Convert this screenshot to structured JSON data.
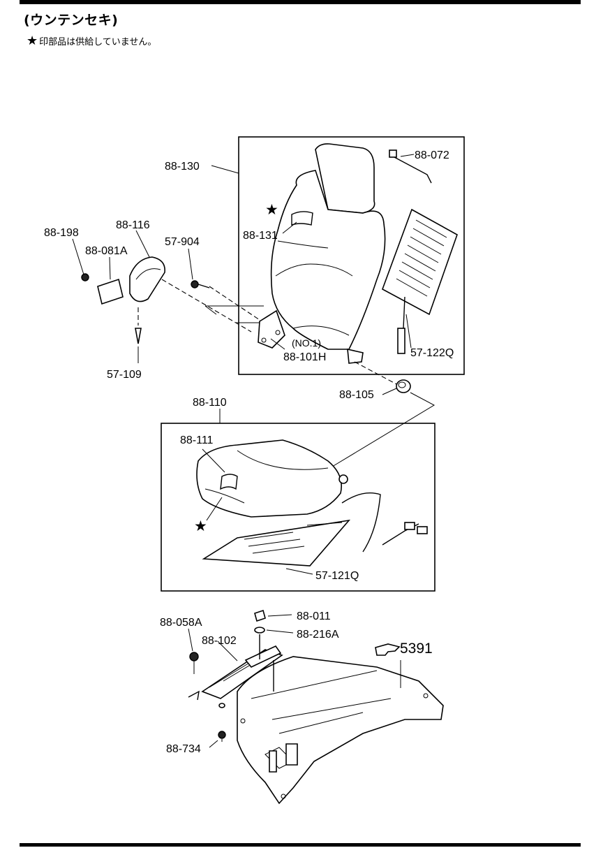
{
  "header": {
    "title": "(ウンテンセキ)",
    "note_star": "★",
    "note_text": "印部品は供給していません。"
  },
  "labels": {
    "p88_130": "88-130",
    "p88_072": "88-072",
    "p88_131": "88-131",
    "p88_198": "88-198",
    "p88_116": "88-116",
    "p88_081A": "88-081A",
    "p57_904": "57-904",
    "no1": "(NO.1)",
    "p88_101H": "88-101H",
    "p57_122Q": "57-122Q",
    "p57_109": "57-109",
    "p88_105": "88-105",
    "p88_110": "88-110",
    "p88_111": "88-111",
    "p57_121Q": "57-121Q",
    "p88_058A": "88-058A",
    "p88_011": "88-011",
    "p88_216A": "88-216A",
    "p88_102": "88-102",
    "ref_5391": "5391",
    "p88_734": "88-734"
  },
  "stars": [
    "★",
    "★"
  ]
}
